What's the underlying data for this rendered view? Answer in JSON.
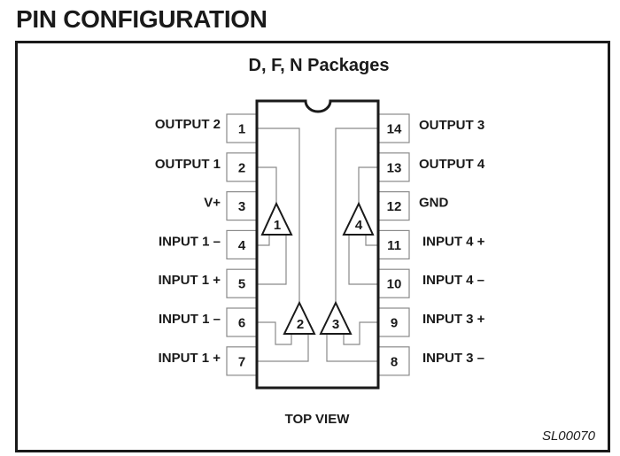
{
  "title": "PIN CONFIGURATION",
  "package_title": "D, F, N Packages",
  "view_label": "TOP VIEW",
  "figure_code": "SL00070",
  "colors": {
    "ink": "#1a1a1a",
    "wire": "#8a8a8a",
    "pin_box": "#8a8a8a"
  },
  "pins_left": [
    {
      "number": "1",
      "label": "OUTPUT 2"
    },
    {
      "number": "2",
      "label": "OUTPUT 1"
    },
    {
      "number": "3",
      "label": "V+"
    },
    {
      "number": "4",
      "label": "INPUT 1 –"
    },
    {
      "number": "5",
      "label": "INPUT 1 +"
    },
    {
      "number": "6",
      "label": "INPUT 1 –"
    },
    {
      "number": "7",
      "label": "INPUT 1 +"
    }
  ],
  "pins_right": [
    {
      "number": "14",
      "label": "OUTPUT 3"
    },
    {
      "number": "13",
      "label": "OUTPUT 4"
    },
    {
      "number": "12",
      "label": "GND"
    },
    {
      "number": "11",
      "label": "INPUT 4 +"
    },
    {
      "number": "10",
      "label": "INPUT 4 –"
    },
    {
      "number": "9",
      "label": "INPUT 3 +"
    },
    {
      "number": "8",
      "label": "INPUT 3 –"
    }
  ],
  "amplifiers": [
    {
      "number": "1"
    },
    {
      "number": "2"
    },
    {
      "number": "3"
    },
    {
      "number": "4"
    }
  ]
}
